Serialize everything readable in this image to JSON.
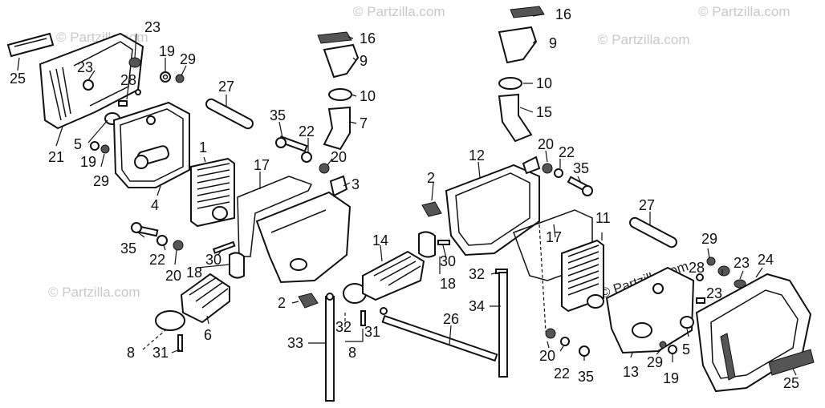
{
  "watermark": {
    "text": "© Partzilla.com"
  },
  "labels": {
    "l1": "1",
    "l2a": "2",
    "l2b": "2",
    "l3": "3",
    "l4": "4",
    "l5a": "5",
    "l5b": "5",
    "l6": "6",
    "l7": "7",
    "l8a": "8",
    "l8b": "8",
    "l9a": "9",
    "l9b": "9",
    "l10a": "10",
    "l10b": "10",
    "l11": "11",
    "l12": "12",
    "l13": "13",
    "l14": "14",
    "l15": "15",
    "l16a": "16",
    "l16b": "16",
    "l17a": "17",
    "l17b": "17",
    "l18a": "18",
    "l18b": "18",
    "l19a": "19",
    "l19b": "19",
    "l19c": "19",
    "l20a": "20",
    "l20b": "20",
    "l20c": "20",
    "l20d": "20",
    "l21": "21",
    "l22a": "22",
    "l22b": "22",
    "l22c": "22",
    "l22d": "22",
    "l23a": "23",
    "l23b": "23",
    "l23c": "23",
    "l23d": "23",
    "l24": "24",
    "l25a": "25",
    "l25b": "25",
    "l26": "26",
    "l27a": "27",
    "l27b": "27",
    "l28a": "28",
    "l28b": "28",
    "l29a": "29",
    "l29b": "29",
    "l29c": "29",
    "l29d": "29",
    "l30a": "30",
    "l30b": "30",
    "l31a": "31",
    "l31b": "31",
    "l32a": "32",
    "l32b": "32",
    "l33": "33",
    "l34": "34",
    "l35a": "35",
    "l35b": "35",
    "l35c": "35",
    "l35d": "35"
  }
}
